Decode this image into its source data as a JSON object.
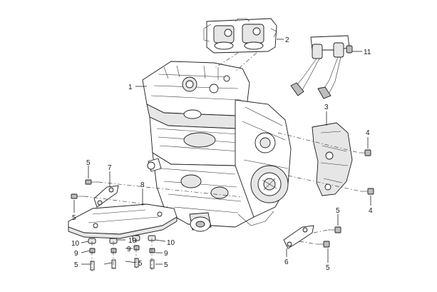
{
  "diagram": {
    "callouts": {
      "engine": "1",
      "throttle_body": "2",
      "cover": "3",
      "bolt_right_upper": "4",
      "bolt_right_lower": "4",
      "bolt_top_left": "5",
      "bolt_left": "5",
      "bolt_right_mid": "5",
      "bolt_right_bottom": "5",
      "bolt_bottom_1": "5",
      "bolt_bottom_2": "5",
      "bolt_bottom_3": "5",
      "bracket_right": "6",
      "bracket_left": "7",
      "skid_plate": "8",
      "washer_left": "9",
      "washer_mid": "9",
      "washer_right": "9",
      "grommet_left": "10",
      "grommet_mid": "10",
      "grommet_right": "10",
      "injectors": "11"
    }
  }
}
